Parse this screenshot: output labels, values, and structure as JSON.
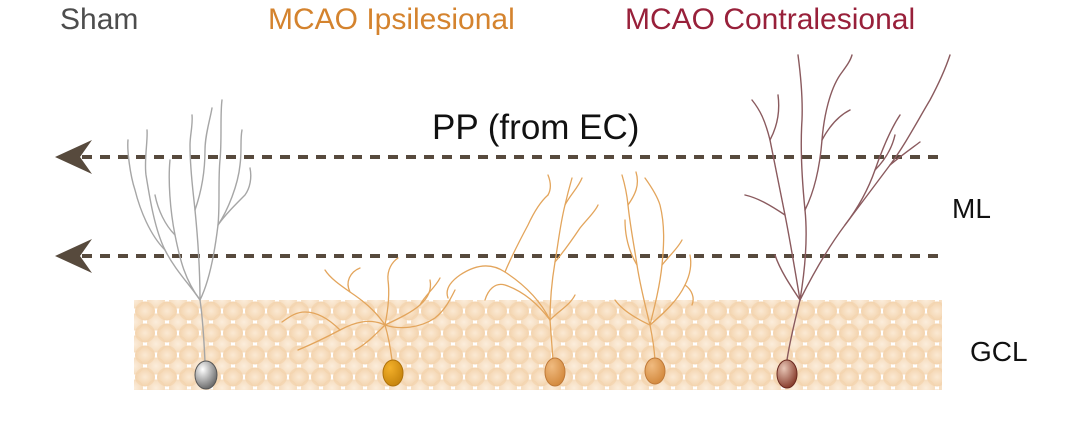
{
  "labels": {
    "sham": "Sham",
    "ipsilesional": "MCAO Ipsilesional",
    "contralesional": "MCAO Contralesional",
    "pathway": "PP (from EC)",
    "molecular_layer": "ML",
    "granule_cell_layer": "GCL"
  },
  "colors": {
    "sham": "#4d4d4d",
    "ipsilesional": "#d4832e",
    "contralesional": "#98203a",
    "sham_dendrite": "#a6a6a6",
    "ipsi_dendrite": "#e3a55c",
    "contra_dendrite": "#8a5a5e",
    "pathway_line": "#574a3d",
    "gcl_cell": "#f6dcbc"
  }
}
